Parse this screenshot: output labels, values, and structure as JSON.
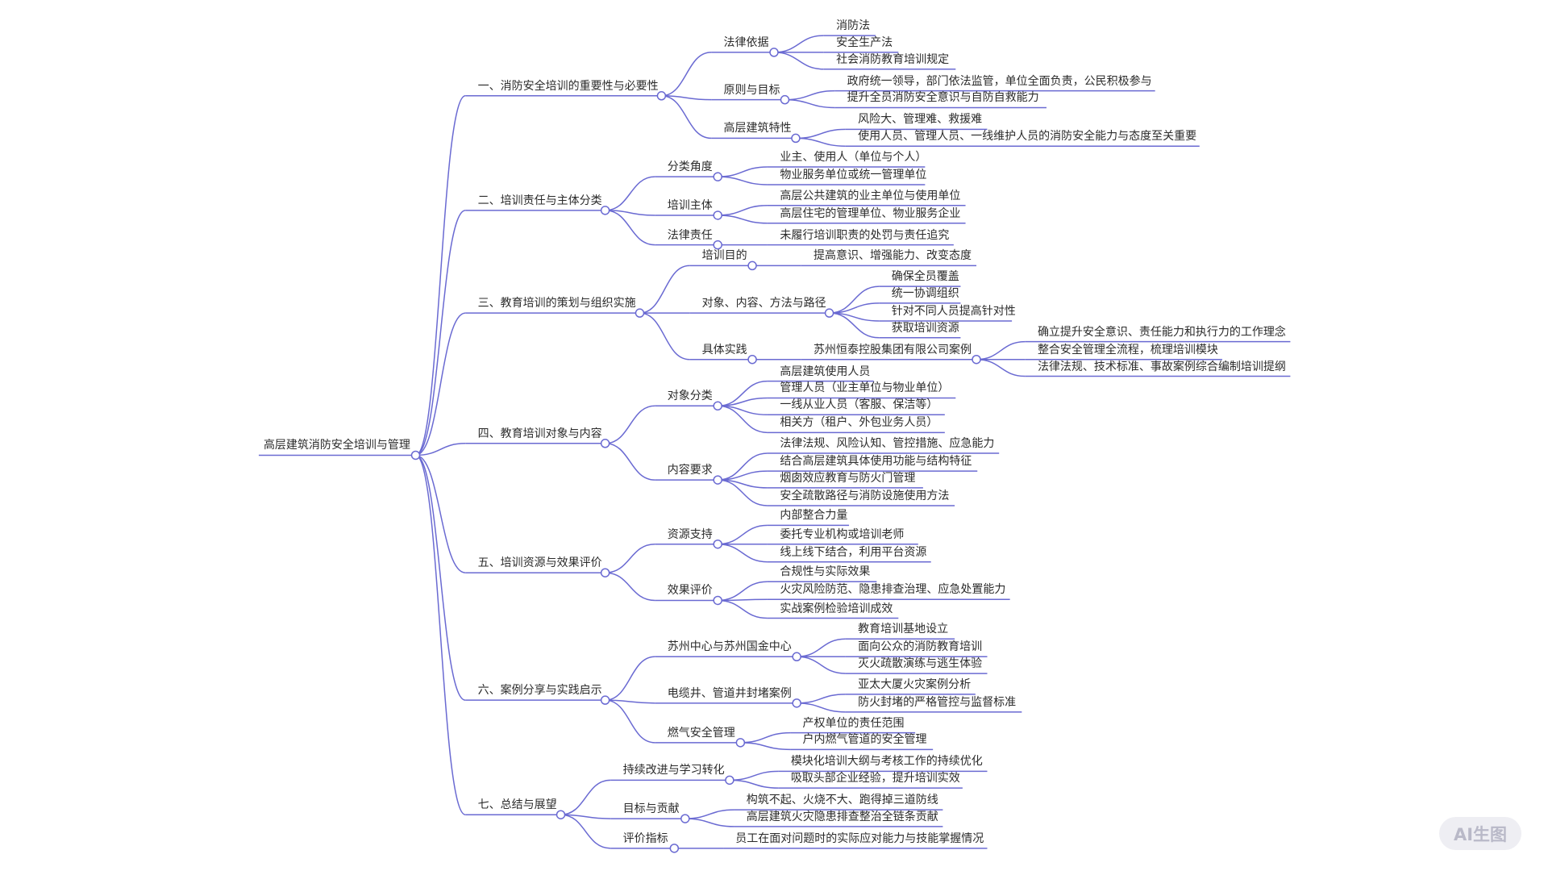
{
  "colors": {
    "line": "#6a6ad2",
    "text": "#2b2b2b",
    "node_fill": "#ffffff"
  },
  "ai_button": {
    "label": "AI生图"
  },
  "mindmap": {
    "root": {
      "label": "高层建筑消防安全培训与管理",
      "children": [
        {
          "label": "一、消防安全培训的重要性与必要性",
          "children": [
            {
              "label": "法律依据",
              "children": [
                {
                  "label": "消防法"
                },
                {
                  "label": "安全生产法"
                },
                {
                  "label": "社会消防教育培训规定"
                }
              ]
            },
            {
              "label": "原则与目标",
              "children": [
                {
                  "label": "政府统一领导，部门依法监管，单位全面负责，公民积极参与"
                },
                {
                  "label": "提升全员消防安全意识与自防自救能力"
                }
              ]
            },
            {
              "label": "高层建筑特性",
              "children": [
                {
                  "label": "风险大、管理难、救援难"
                },
                {
                  "label": "使用人员、管理人员、一线维护人员的消防安全能力与态度至关重要"
                }
              ]
            }
          ]
        },
        {
          "label": "二、培训责任与主体分类",
          "children": [
            {
              "label": "分类角度",
              "children": [
                {
                  "label": "业主、使用人（单位与个人）"
                },
                {
                  "label": "物业服务单位或统一管理单位"
                }
              ]
            },
            {
              "label": "培训主体",
              "children": [
                {
                  "label": "高层公共建筑的业主单位与使用单位"
                },
                {
                  "label": "高层住宅的管理单位、物业服务企业"
                }
              ]
            },
            {
              "label": "法律责任",
              "children": [
                {
                  "label": "未履行培训职责的处罚与责任追究"
                }
              ]
            }
          ]
        },
        {
          "label": "三、教育培训的策划与组织实施",
          "children": [
            {
              "label": "培训目的",
              "children": [
                {
                  "label": "提高意识、增强能力、改变态度"
                }
              ]
            },
            {
              "label": "对象、内容、方法与路径",
              "children": [
                {
                  "label": "确保全员覆盖"
                },
                {
                  "label": "统一协调组织"
                },
                {
                  "label": "针对不同人员提高针对性"
                },
                {
                  "label": "获取培训资源"
                }
              ]
            },
            {
              "label": "具体实践",
              "children": [
                {
                  "label": "苏州恒泰控股集团有限公司案例",
                  "children": [
                    {
                      "label": "确立提升安全意识、责任能力和执行力的工作理念"
                    },
                    {
                      "label": "整合安全管理全流程，梳理培训模块"
                    },
                    {
                      "label": "法律法规、技术标准、事故案例综合编制培训提纲"
                    }
                  ]
                }
              ]
            }
          ]
        },
        {
          "label": "四、教育培训对象与内容",
          "children": [
            {
              "label": "对象分类",
              "children": [
                {
                  "label": "高层建筑使用人员"
                },
                {
                  "label": "管理人员（业主单位与物业单位）"
                },
                {
                  "label": "一线从业人员（客服、保洁等）"
                },
                {
                  "label": "相关方（租户、外包业务人员）"
                }
              ]
            },
            {
              "label": "内容要求",
              "children": [
                {
                  "label": "法律法规、风险认知、管控措施、应急能力"
                },
                {
                  "label": "结合高层建筑具体使用功能与结构特征"
                },
                {
                  "label": "烟囱效应教育与防火门管理"
                },
                {
                  "label": "安全疏散路径与消防设施使用方法"
                }
              ]
            }
          ]
        },
        {
          "label": "五、培训资源与效果评价",
          "children": [
            {
              "label": "资源支持",
              "children": [
                {
                  "label": "内部整合力量"
                },
                {
                  "label": "委托专业机构或培训老师"
                },
                {
                  "label": "线上线下结合，利用平台资源"
                }
              ]
            },
            {
              "label": "效果评价",
              "children": [
                {
                  "label": "合规性与实际效果"
                },
                {
                  "label": "火灾风险防范、隐患排查治理、应急处置能力"
                },
                {
                  "label": "实战案例检验培训成效"
                }
              ]
            }
          ]
        },
        {
          "label": "六、案例分享与实践启示",
          "children": [
            {
              "label": "苏州中心与苏州国金中心",
              "children": [
                {
                  "label": "教育培训基地设立"
                },
                {
                  "label": "面向公众的消防教育培训"
                },
                {
                  "label": "灭火疏散演练与逃生体验"
                }
              ]
            },
            {
              "label": "电缆井、管道井封堵案例",
              "children": [
                {
                  "label": "亚太大厦火灾案例分析"
                },
                {
                  "label": "防火封堵的严格管控与监督标准"
                }
              ]
            },
            {
              "label": "燃气安全管理",
              "children": [
                {
                  "label": "产权单位的责任范围"
                },
                {
                  "label": "户内燃气管道的安全管理"
                }
              ]
            }
          ]
        },
        {
          "label": "七、总结与展望",
          "children": [
            {
              "label": "持续改进与学习转化",
              "children": [
                {
                  "label": "模块化培训大纲与考核工作的持续优化"
                },
                {
                  "label": "吸取头部企业经验，提升培训实效"
                }
              ]
            },
            {
              "label": "目标与贡献",
              "children": [
                {
                  "label": "构筑不起、火烧不大、跑得掉三道防线"
                },
                {
                  "label": "高层建筑火灾隐患排查整治全链条贡献"
                }
              ]
            },
            {
              "label": "评价指标",
              "children": [
                {
                  "label": "员工在面对问题时的实际应对能力与技能掌握情况"
                }
              ]
            }
          ]
        }
      ]
    }
  }
}
